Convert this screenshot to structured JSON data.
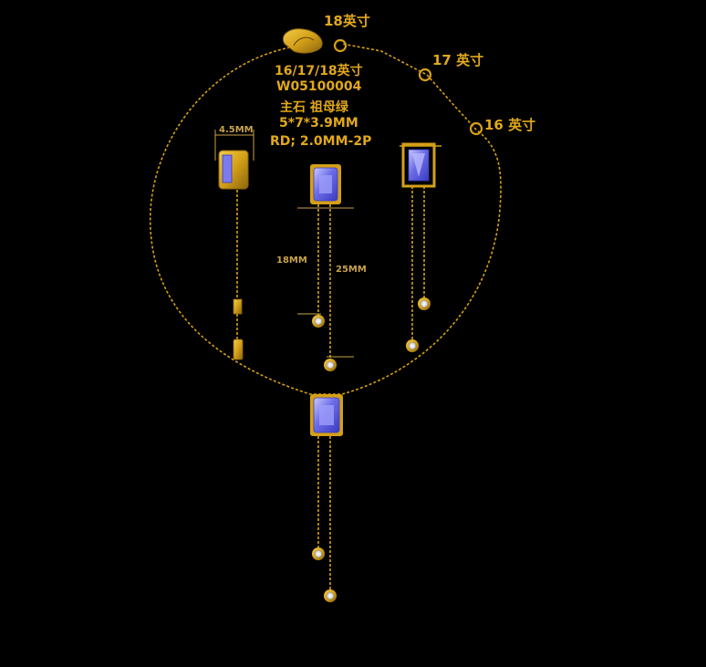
{
  "colors": {
    "background": "#000000",
    "gold": "#D4A017",
    "gold_light": "#F2CC4A",
    "gold_dark": "#8A6510",
    "stone": "#6B6BE8",
    "stone_light": "#B9B9FF",
    "label": "#E2A81C",
    "dim_line": "#C9A24A"
  },
  "length_labels": {
    "len_18": "18英寸",
    "len_17": "17 英寸",
    "len_16": "16 英寸"
  },
  "spec": {
    "lengths": "16/17/18英寸",
    "code": "W05100004",
    "main_stone": "主石 祖母绿",
    "stone_size": "5*7*3.9MM",
    "side_stones": "RD; 2.0MM-2P"
  },
  "dimensions": {
    "width": "4.5MM",
    "drop_short": "18MM",
    "drop_long": "25MM"
  },
  "views": [
    "side-view",
    "front-view",
    "back-view",
    "assembled-necklace"
  ],
  "icons": [
    "lobster-clasp-icon",
    "jump-ring-icon",
    "emerald-cut-stone-icon",
    "round-bezel-stone-icon"
  ]
}
